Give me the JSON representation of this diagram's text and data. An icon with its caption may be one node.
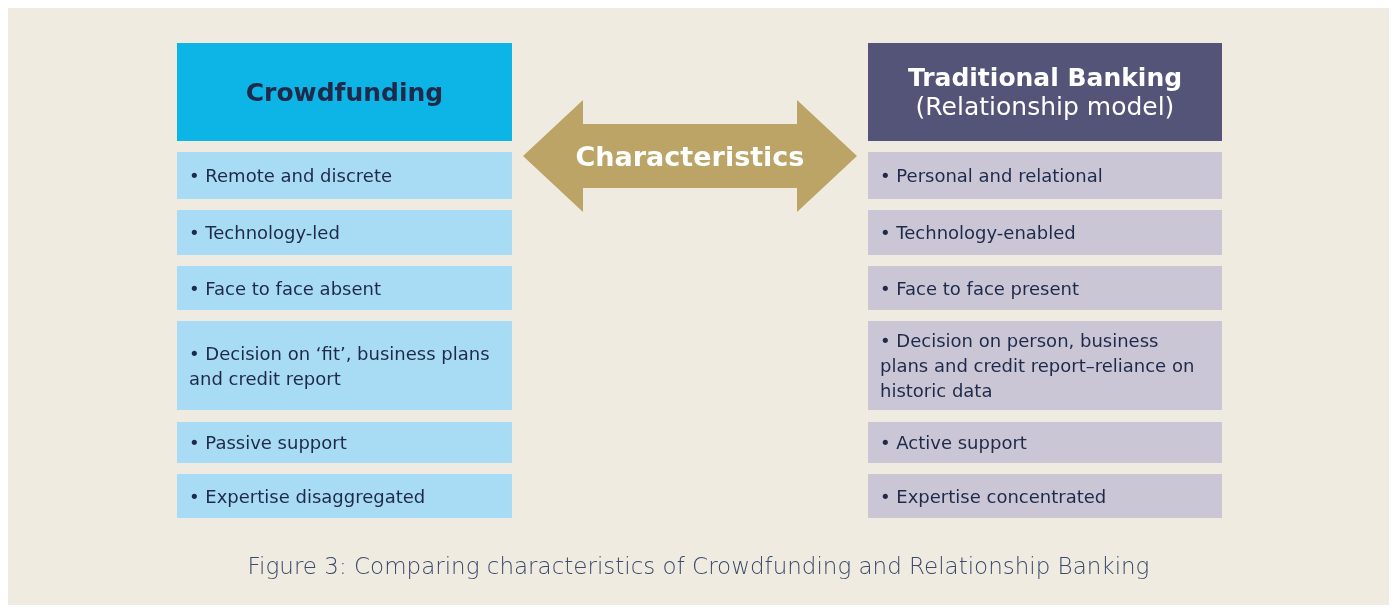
{
  "diagram": {
    "caption": "Figure 3: Comparing characteristics of Crowdfunding and Relationship Banking",
    "nodes": [
      {
        "text": [
          "Crowdfunding"
        ]
      },
      {
        "text": [
          "• Remote and discrete"
        ]
      },
      {
        "text": [
          "• Technology-led"
        ]
      },
      {
        "text": [
          "• Face to face absent"
        ]
      },
      {
        "text": [
          "• Decision on ‘fit’, business plans and credit report"
        ]
      },
      {
        "text": [
          "• Passive support"
        ]
      },
      {
        "text": [
          "• Expertise disaggregated"
        ]
      },
      {
        "text": [
          "Traditional Banking",
          "(Relationship model)"
        ]
      },
      {
        "text": [
          "• Personal and relational"
        ]
      },
      {
        "text": [
          "• Technology-enabled"
        ]
      },
      {
        "text": [
          "• Face to face present"
        ]
      },
      {
        "text": [
          "• Decision on person, business plans and credit report–reliance on historic data"
        ]
      },
      {
        "text": [
          "• Active support"
        ]
      },
      {
        "text": [
          "• Expertise concentrated"
        ]
      },
      {
        "text": [
          "Characteristics"
        ]
      }
    ]
  }
}
